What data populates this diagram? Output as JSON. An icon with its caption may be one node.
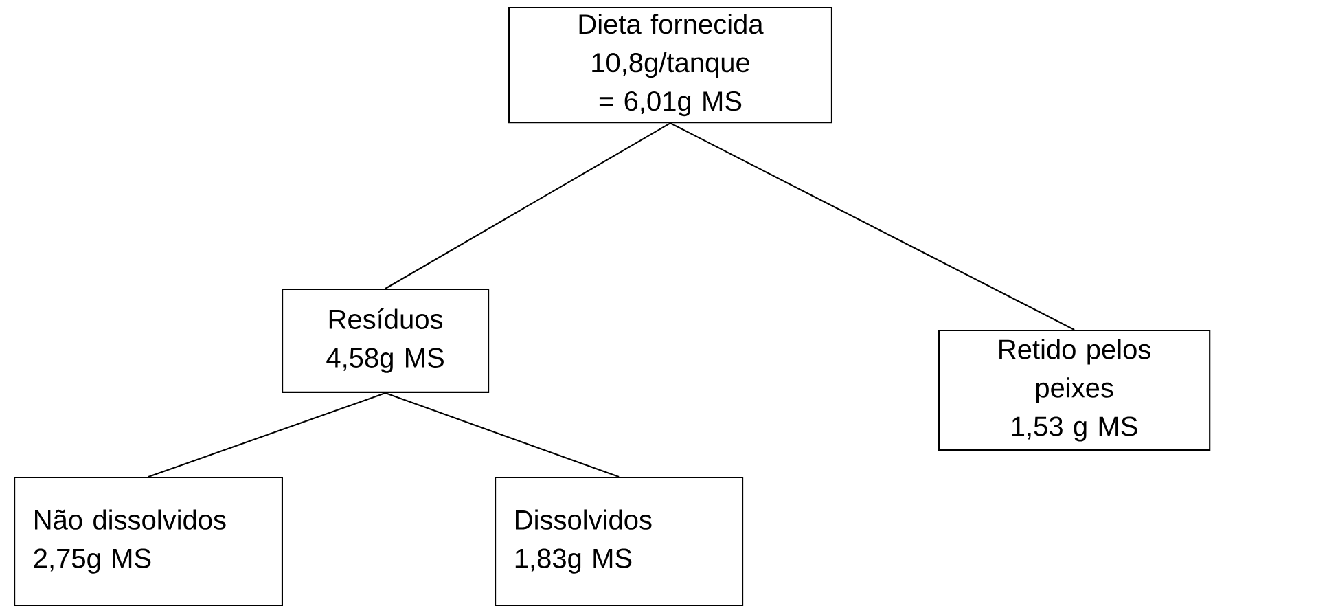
{
  "diagram": {
    "nodes": [
      {
        "text": [
          "Dieta fornecida",
          "10,8g/tanque = 6,01g MS"
        ]
      },
      {
        "text": [
          "Resíduos",
          "4,58g MS"
        ]
      },
      {
        "text": [
          "Retido pelos peixes",
          "1,53 g MS"
        ]
      },
      {
        "text": [
          "Não dissolvidos",
          "2,75g MS"
        ]
      },
      {
        "text": [
          "Dissolvidos",
          "1,83g MS"
        ]
      }
    ],
    "edges": [
      {
        "from": 0,
        "to": 1,
        "arrow": "none"
      },
      {
        "from": 0,
        "to": 2,
        "arrow": "none"
      },
      {
        "from": 1,
        "to": 3,
        "arrow": "none"
      },
      {
        "from": 1,
        "to": 4,
        "arrow": "none"
      }
    ]
  }
}
